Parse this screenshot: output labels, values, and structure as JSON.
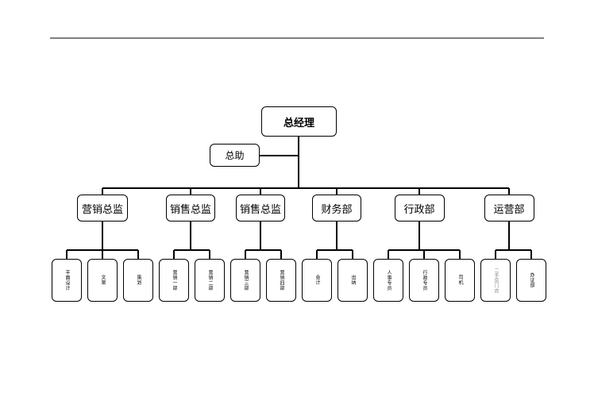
{
  "ceo": "总经理",
  "assistant": "总助",
  "departments": [
    {
      "name": "营销总监",
      "children": [
        "平面设计",
        "文案",
        "策划"
      ]
    },
    {
      "name": "销售总监",
      "children": [
        "营销一部",
        "营销二部"
      ]
    },
    {
      "name": "销售总监",
      "children": [
        "营销三部",
        "营销四部"
      ]
    },
    {
      "name": "财务部",
      "children": [
        "会计",
        "出纳"
      ]
    },
    {
      "name": "行政部",
      "children": [
        "人事专员",
        "行政专员",
        "司机"
      ]
    },
    {
      "name": "运营部",
      "children": [
        "二手房门店",
        "办证部"
      ]
    }
  ],
  "colors": {
    "line": "#000000",
    "light_text": "#8a8a8a"
  }
}
